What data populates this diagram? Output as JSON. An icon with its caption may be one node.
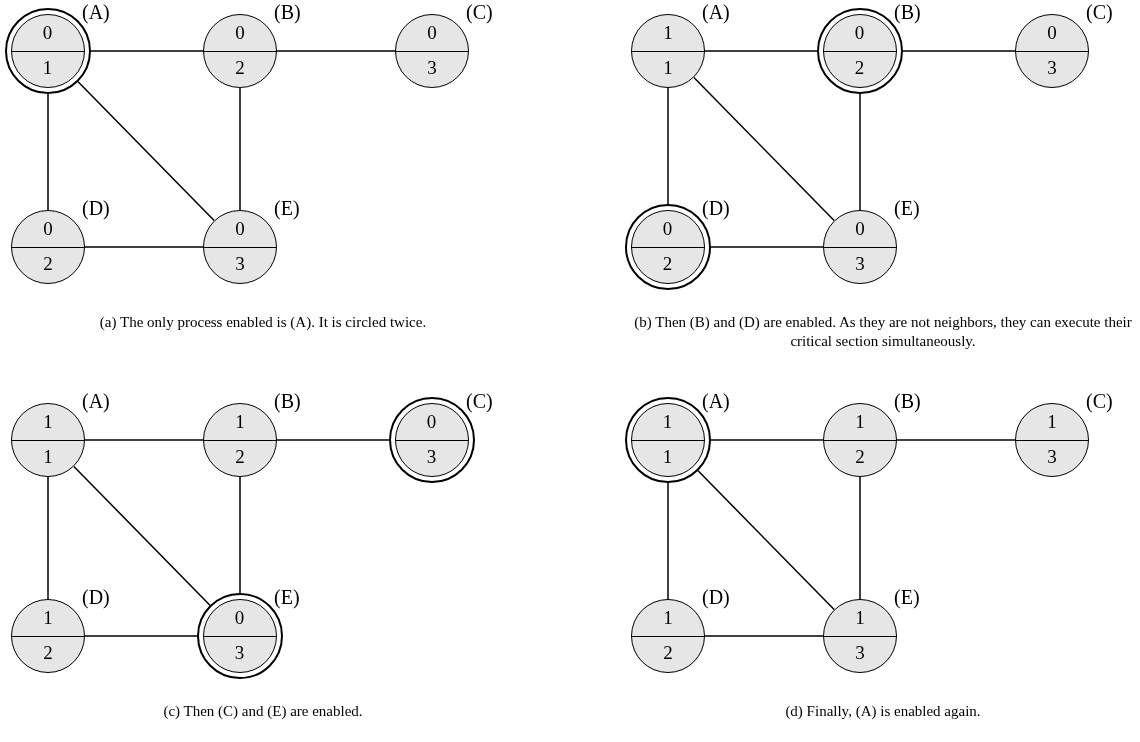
{
  "diagram": {
    "nodes": [
      {
        "text": [],
        "shape": "circle"
      },
      {
        "text": [
          "0",
          "1"
        ],
        "beside": [
          "(A)"
        ],
        "in": 0
      },
      {
        "text": [
          "0",
          "2"
        ],
        "beside": [
          "(B)"
        ]
      },
      {
        "text": [
          "0",
          "3"
        ],
        "beside": [
          "(C)"
        ]
      },
      {
        "text": [
          "0",
          "2"
        ],
        "beside": [
          "(D)"
        ]
      },
      {
        "text": [
          "0",
          "3"
        ],
        "beside": [
          "(E)"
        ]
      },
      {
        "text": [
          "1",
          "1"
        ],
        "beside": [
          "(A)"
        ]
      },
      {
        "text": [],
        "shape": "circle"
      },
      {
        "text": [
          "0",
          "2"
        ],
        "beside": [
          "(B)"
        ],
        "in": 7
      },
      {
        "text": [
          "0",
          "3"
        ],
        "beside": [
          "(C)"
        ]
      },
      {
        "text": [],
        "shape": "circle"
      },
      {
        "text": [
          "0",
          "2"
        ],
        "beside": [
          "(D)"
        ],
        "in": 10
      },
      {
        "text": [
          "0",
          "3"
        ],
        "beside": [
          "(E)"
        ]
      },
      {
        "text": [
          "1",
          "1"
        ],
        "beside": [
          "(A)"
        ]
      },
      {
        "text": [
          "1",
          "2"
        ],
        "beside": [
          "(B)"
        ]
      },
      {
        "text": [],
        "shape": "circle"
      },
      {
        "text": [
          "0",
          "3"
        ],
        "beside": [
          "(C)"
        ],
        "in": 15
      },
      {
        "text": [
          "1",
          "2"
        ],
        "beside": [
          "(D)"
        ]
      },
      {
        "text": [],
        "shape": "circle"
      },
      {
        "text": [
          "0",
          "3"
        ],
        "beside": [
          "(E)"
        ],
        "in": 18
      },
      {
        "text": [],
        "shape": "circle"
      },
      {
        "text": [
          "1",
          "1"
        ],
        "beside": [
          "(A)"
        ],
        "in": 20
      },
      {
        "text": [
          "1",
          "2"
        ],
        "beside": [
          "(B)"
        ]
      },
      {
        "text": [
          "1",
          "3"
        ],
        "beside": [
          "(C)"
        ]
      },
      {
        "text": [
          "1",
          "2"
        ],
        "beside": [
          "(D)"
        ]
      },
      {
        "text": [
          "1",
          "3"
        ],
        "beside": [
          "(E)"
        ]
      }
    ],
    "edges": [
      {
        "from": 0,
        "to": 2,
        "arrow": "none"
      },
      {
        "from": 2,
        "to": 3,
        "arrow": "none"
      },
      {
        "from": 0,
        "to": 4,
        "arrow": "none"
      },
      {
        "from": 0,
        "to": 5,
        "arrow": "none"
      },
      {
        "from": 2,
        "to": 5,
        "arrow": "none"
      },
      {
        "from": 4,
        "to": 5,
        "arrow": "none"
      },
      {
        "from": 6,
        "to": 7,
        "arrow": "none"
      },
      {
        "from": 7,
        "to": 9,
        "arrow": "none"
      },
      {
        "from": 6,
        "to": 10,
        "arrow": "none"
      },
      {
        "from": 6,
        "to": 12,
        "arrow": "none"
      },
      {
        "from": 7,
        "to": 12,
        "arrow": "none"
      },
      {
        "from": 10,
        "to": 12,
        "arrow": "none"
      },
      {
        "from": 13,
        "to": 14,
        "arrow": "none"
      },
      {
        "from": 14,
        "to": 15,
        "arrow": "none"
      },
      {
        "from": 13,
        "to": 17,
        "arrow": "none"
      },
      {
        "from": 13,
        "to": 18,
        "arrow": "none"
      },
      {
        "from": 14,
        "to": 18,
        "arrow": "none"
      },
      {
        "from": 17,
        "to": 18,
        "arrow": "none"
      },
      {
        "from": 20,
        "to": 22,
        "arrow": "none"
      },
      {
        "from": 22,
        "to": 23,
        "arrow": "none"
      },
      {
        "from": 20,
        "to": 24,
        "arrow": "none"
      },
      {
        "from": 20,
        "to": 25,
        "arrow": "none"
      },
      {
        "from": 22,
        "to": 25,
        "arrow": "none"
      },
      {
        "from": 24,
        "to": 25,
        "arrow": "none"
      }
    ],
    "labels": [
      "(a) The only process enabled is (A). It is circled twice.",
      "(b) Then (B) and (D) are enabled. As they are not neighbors, they can execute their critical section simultaneously.",
      "(c) Then (C) and (E) are enabled.",
      "(d) Finally, (A) is enabled again."
    ]
  }
}
